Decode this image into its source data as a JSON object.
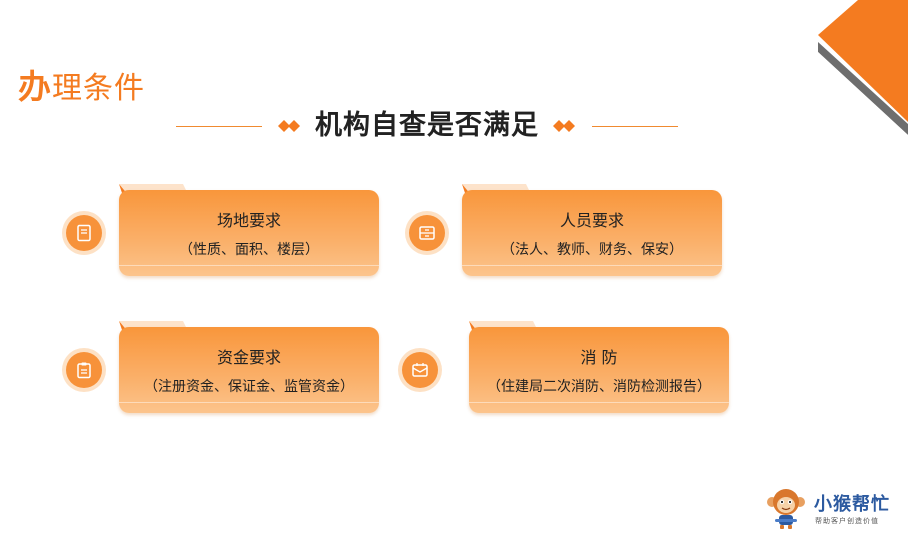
{
  "page": {
    "title_first_char": "办",
    "title_rest": "理条件",
    "subtitle": "机构自查是否满足"
  },
  "requirements": [
    {
      "title": "场地要求",
      "desc": "（性质、面积、楼层）",
      "icon": "document-icon"
    },
    {
      "title": "人员要求",
      "desc": "（法人、教师、财务、保安）",
      "icon": "people-icon"
    },
    {
      "title": "资金要求",
      "desc": "（注册资金、保证金、监管资金）",
      "icon": "clipboard-icon"
    },
    {
      "title": "消 防",
      "desc": "（住建局二次消防、消防检测报告）",
      "icon": "box-icon"
    }
  ],
  "logo": {
    "name": "小猴帮忙",
    "slogan": "帮助客户创造价值",
    "mascot": "monkey-mascot-icon"
  },
  "colors": {
    "accent": "#f47b20",
    "card_top": "#f9963b",
    "card_bottom": "#fcc48c",
    "corner_gray": "#6e6e6e",
    "logo_blue": "#2c5aa0"
  }
}
